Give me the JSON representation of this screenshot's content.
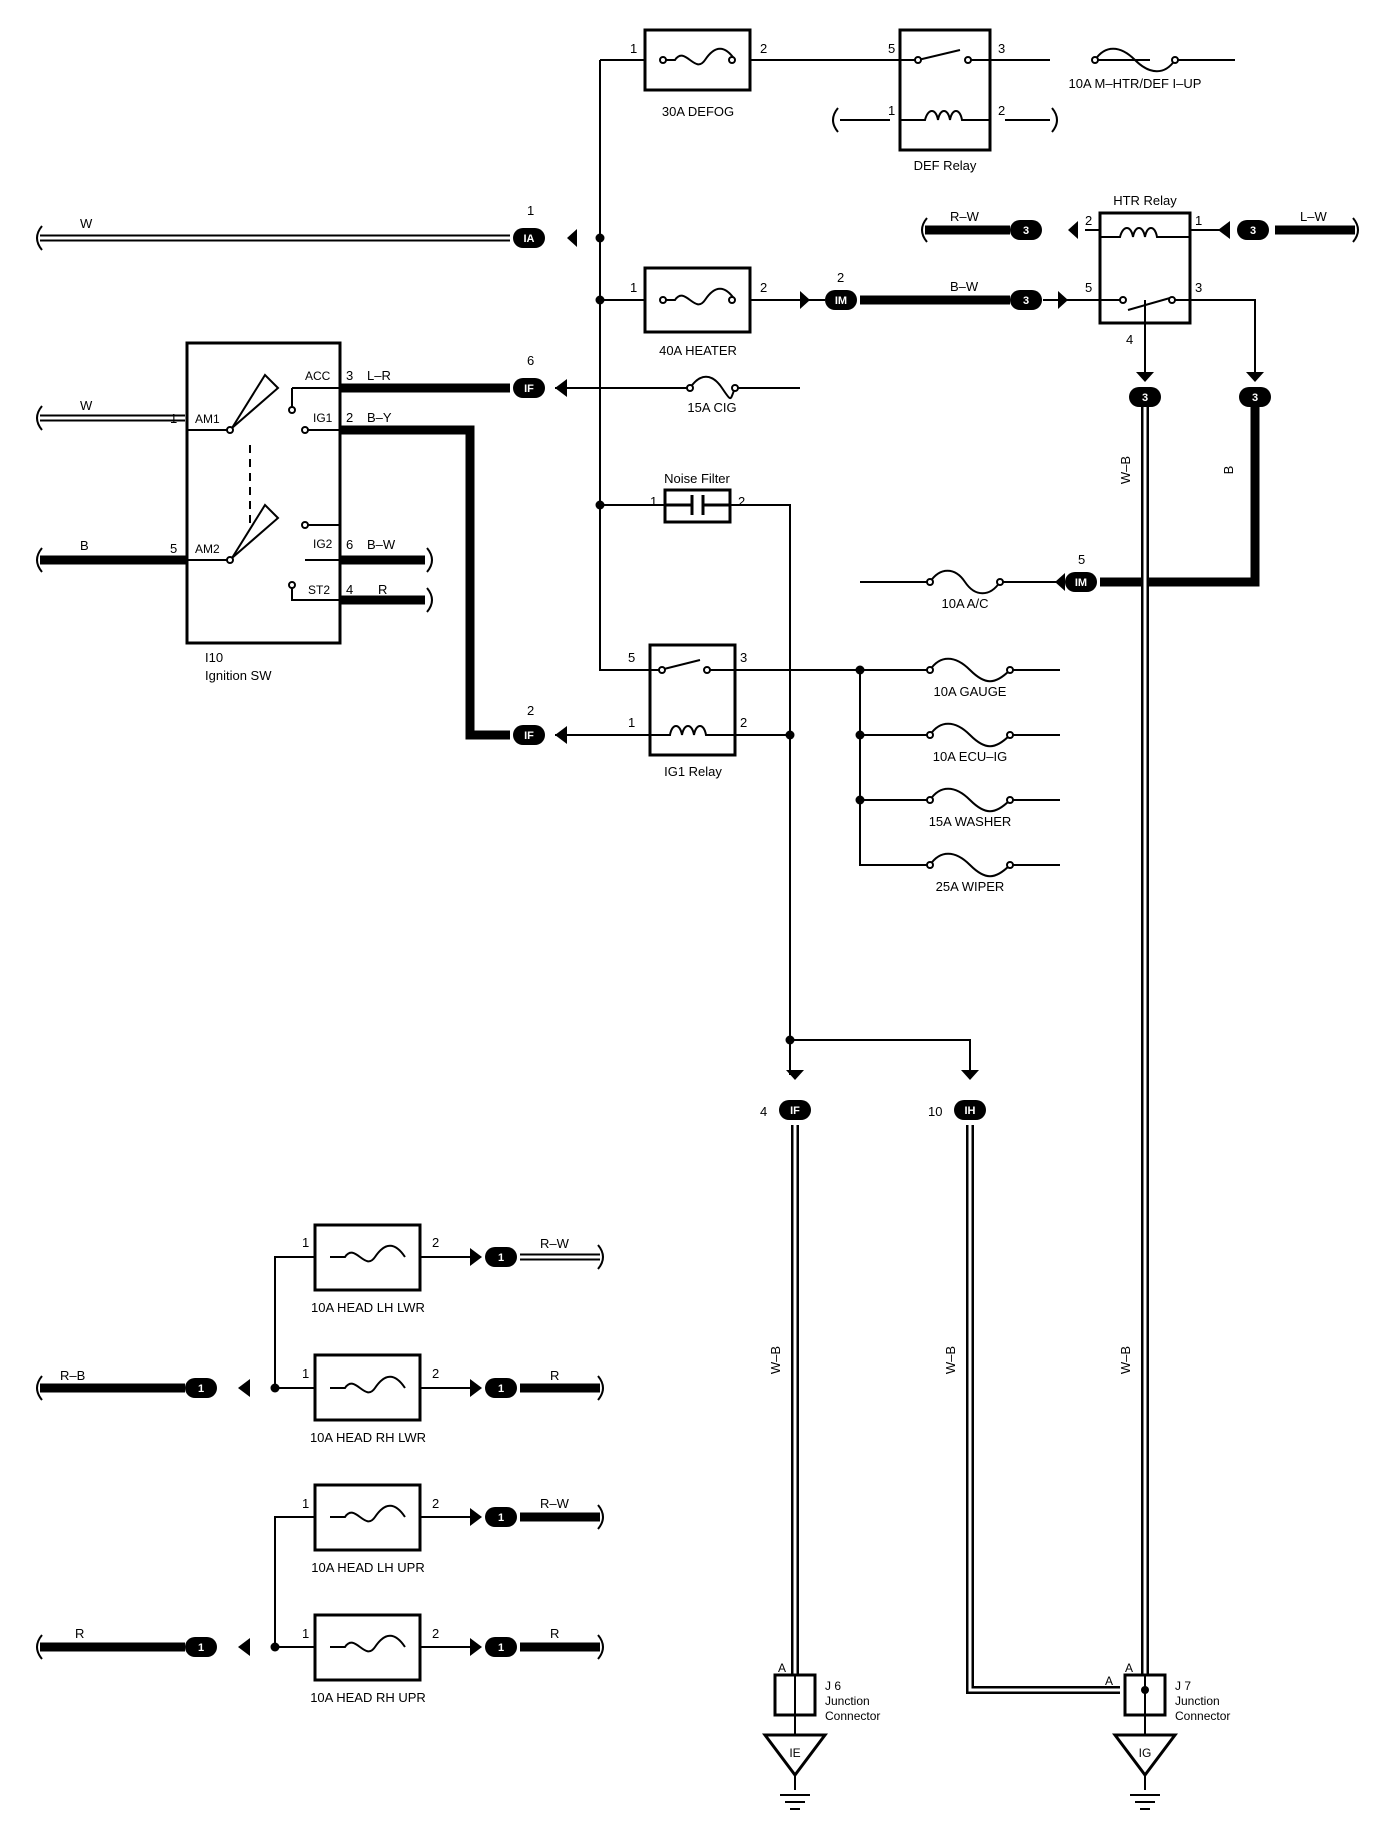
{
  "fuses": {
    "defog": "30A DEFOG",
    "m_htr": "10A M–HTR/DEF I–UP",
    "heater": "40A HEATER",
    "cig": "15A CIG",
    "ac": "10A A/C",
    "gauge": "10A GAUGE",
    "ecu_ig": "10A ECU–IG",
    "washer": "15A WASHER",
    "wiper": "25A WIPER",
    "head_lh_lwr": "10A HEAD LH LWR",
    "head_rh_lwr": "10A HEAD RH LWR",
    "head_lh_upr": "10A HEAD LH UPR",
    "head_rh_upr": "10A HEAD RH UPR"
  },
  "relays": {
    "def": "DEF Relay",
    "htr": "HTR Relay",
    "ig1": "IG1 Relay"
  },
  "noise_filter": "Noise Filter",
  "ignition": {
    "code": "I10",
    "name": "Ignition SW",
    "am1": "AM1",
    "am2": "AM2",
    "acc": "ACC",
    "ig1": "IG1",
    "ig2": "IG2",
    "st2": "ST2"
  },
  "junctions": {
    "j6_code": "J 6",
    "j7_code": "J 7",
    "line1": "Junction",
    "line2": "Connector",
    "pin_a": "A"
  },
  "grounds": {
    "ie": "IE",
    "ig": "IG"
  },
  "connectors": {
    "ia": "IA",
    "im": "IM",
    "if": "IF",
    "ih": "IH",
    "c3": "3",
    "c1": "1"
  },
  "wires": {
    "w": "W",
    "b": "B",
    "l_r": "L–R",
    "b_y": "B–Y",
    "b_w": "B–W",
    "r": "R",
    "r_w": "R–W",
    "l_w": "L–W",
    "w_b": "W–B",
    "r_b": "R–B"
  },
  "pins": {
    "p1": "1",
    "p2": "2",
    "p3": "3",
    "p4": "4",
    "p5": "5",
    "p6": "6",
    "p10": "10"
  }
}
